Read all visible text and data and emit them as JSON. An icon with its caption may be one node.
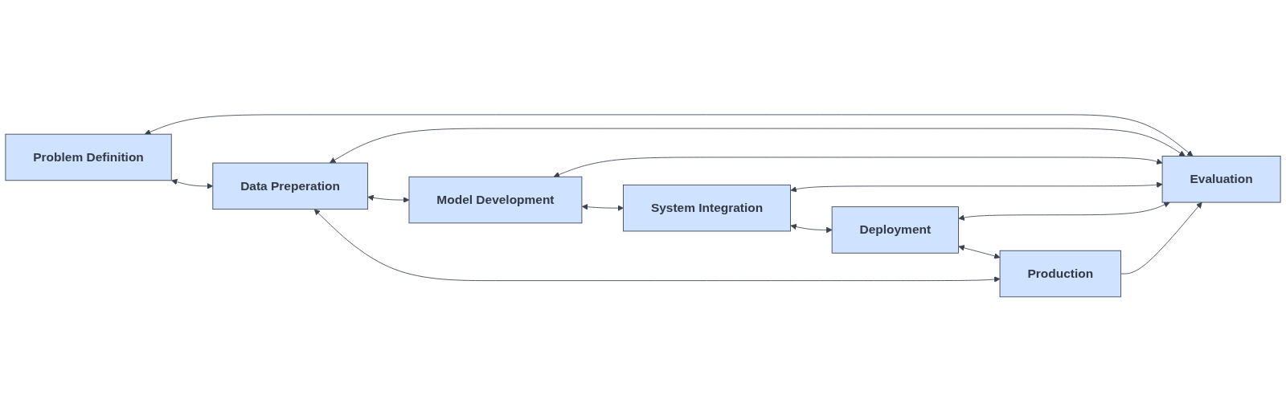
{
  "diagram": {
    "nodes": [
      {
        "text": [
          "Problem Definition"
        ]
      },
      {
        "text": [
          "Data Preperation"
        ]
      },
      {
        "text": [
          "Model Development"
        ]
      },
      {
        "text": [
          "System Integration"
        ]
      },
      {
        "text": [
          "Deployment"
        ]
      },
      {
        "text": [
          "Production"
        ]
      },
      {
        "text": [
          "Evaluation"
        ]
      }
    ],
    "edges": [
      {
        "from": 0,
        "to": 1,
        "arrow": "both"
      },
      {
        "from": 1,
        "to": 2,
        "arrow": "both"
      },
      {
        "from": 2,
        "to": 3,
        "arrow": "both"
      },
      {
        "from": 3,
        "to": 4,
        "arrow": "both"
      },
      {
        "from": 4,
        "to": 5,
        "arrow": "both"
      },
      {
        "from": 1,
        "to": 5,
        "arrow": "both"
      },
      {
        "from": 0,
        "to": 6,
        "arrow": "both"
      },
      {
        "from": 1,
        "to": 6,
        "arrow": "both"
      },
      {
        "from": 2,
        "to": 6,
        "arrow": "both"
      },
      {
        "from": 3,
        "to": 6,
        "arrow": "both"
      },
      {
        "from": 4,
        "to": 6,
        "arrow": "both"
      },
      {
        "from": 5,
        "to": 6,
        "arrow": "to"
      }
    ]
  }
}
